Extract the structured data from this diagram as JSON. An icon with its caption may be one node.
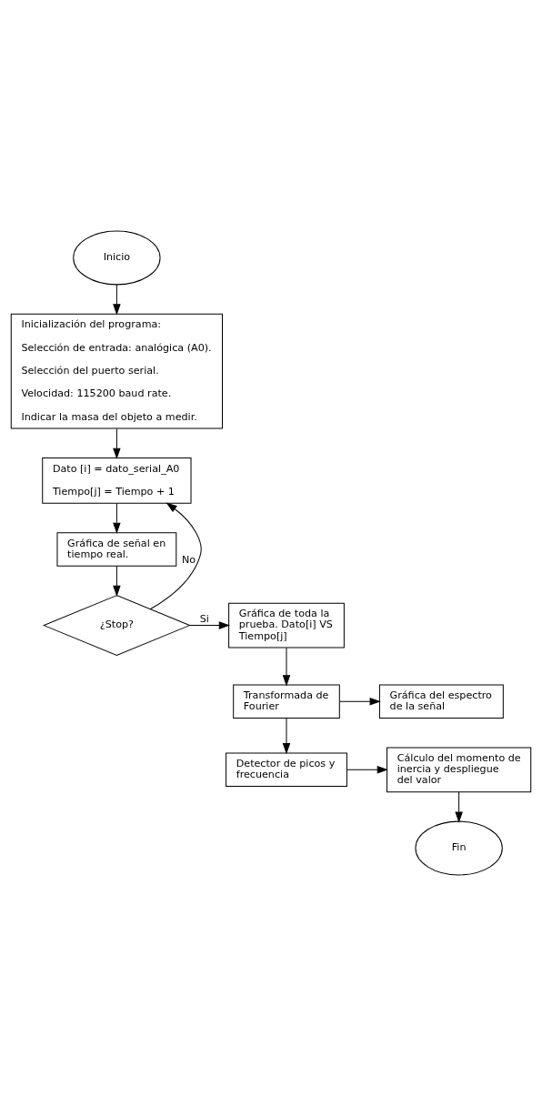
{
  "diagram": {
    "nodes": [
      {
        "text": [
          "Inicio"
        ]
      },
      {
        "text": [
          "Inicialización del programa:",
          "Selección de entrada: analógica (A0).",
          "Selección del puerto serial.",
          "Velocidad: 115200 baud rate.",
          "Indicar la masa del objeto a medir."
        ]
      },
      {
        "text": [
          "Dato [i] = dato_serial_A0",
          "Tiempo[j] = Tiempo + 1"
        ]
      },
      {
        "text": [
          "Gráfica de señal en tiempo real."
        ]
      },
      {
        "text": [
          "¿Stop?"
        ]
      },
      {
        "text": [
          "Gráfica de toda la prueba. Dato[i] VS Tiempo[j]"
        ]
      },
      {
        "text": [
          "Transformada de Fourier"
        ]
      },
      {
        "text": [
          "Gráfica del espectro de la señal"
        ]
      },
      {
        "text": [
          "Detector de picos y frecuencia"
        ]
      },
      {
        "text": [
          "Cálculo del momento de inercia y despliegue del valor"
        ]
      },
      {
        "text": [
          "Fin"
        ]
      }
    ],
    "edges": [
      {
        "from": 0,
        "to": 1,
        "arrow": "to"
      },
      {
        "from": 1,
        "to": 2,
        "arrow": "to"
      },
      {
        "from": 2,
        "to": 3,
        "arrow": "to"
      },
      {
        "from": 3,
        "to": 4,
        "arrow": "to"
      },
      {
        "from": 4,
        "to": 5,
        "arrow": "to",
        "label": "Si"
      },
      {
        "from": 4,
        "to": 2,
        "arrow": "to",
        "label": "No"
      },
      {
        "from": 5,
        "to": 6,
        "arrow": "to"
      },
      {
        "from": 6,
        "to": 7,
        "arrow": "to"
      },
      {
        "from": 6,
        "to": 8,
        "arrow": "to"
      },
      {
        "from": 8,
        "to": 9,
        "arrow": "to"
      },
      {
        "from": 9,
        "to": 10,
        "arrow": "to"
      }
    ]
  }
}
